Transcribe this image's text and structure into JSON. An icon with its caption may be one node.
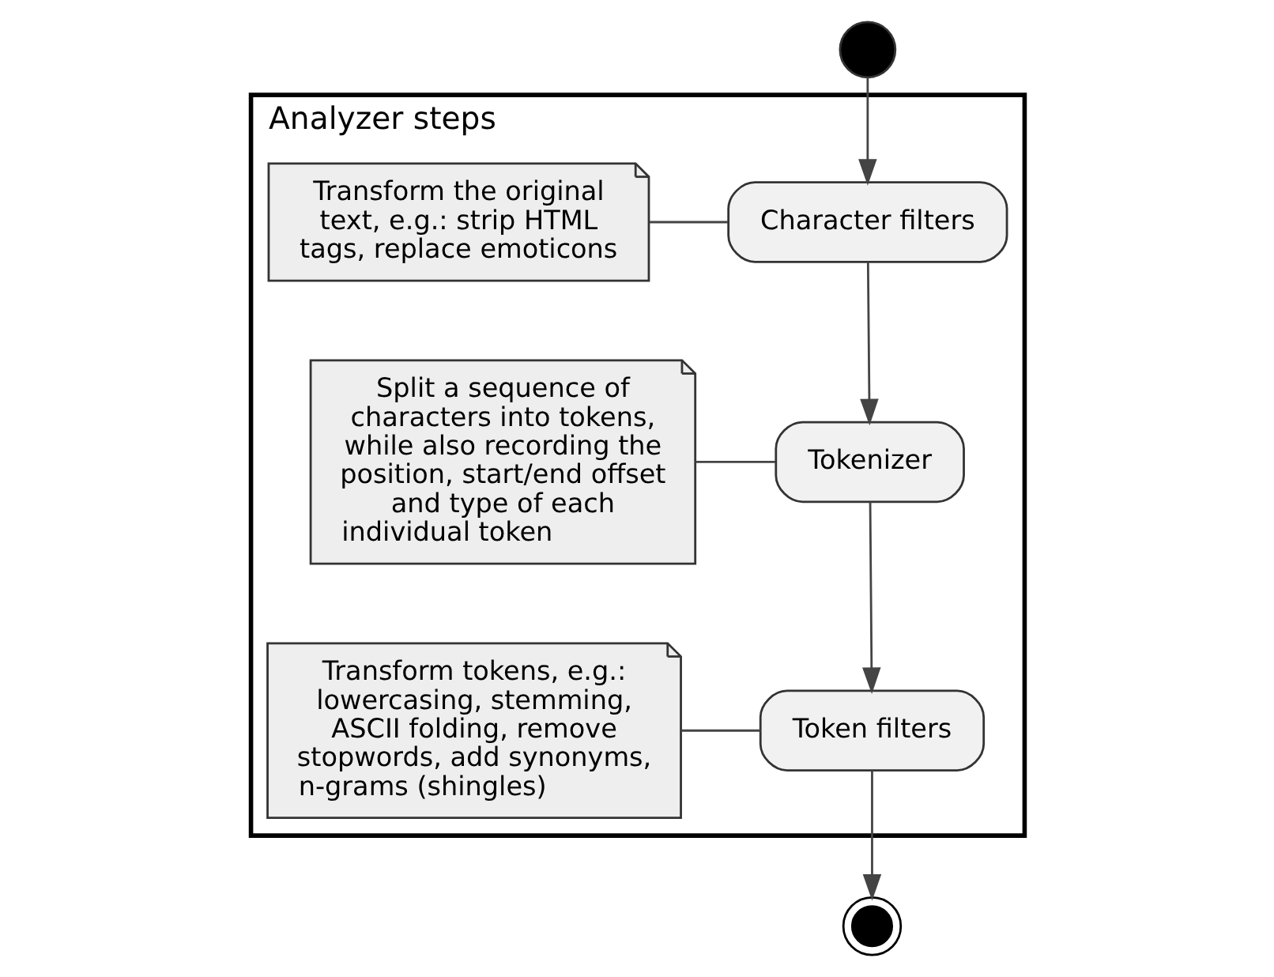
{
  "diagram": {
    "nodes": [
      {
        "text": [
          "Analyzer steps"
        ]
      },
      {
        "text": [],
        "shape": "circle"
      },
      {
        "text": [
          "Character filters"
        ],
        "in": 0
      },
      {
        "text": [
          "Transform the original text, e.g.: strip HTML tags, replace emoticons"
        ],
        "in": 0
      },
      {
        "text": [
          "Split a sequence of characters into tokens, while also recording the position, start/end offset and type of each individual token"
        ],
        "in": 0
      },
      {
        "text": [
          "Tokenizer"
        ],
        "in": 0
      },
      {
        "text": [
          "Token filters"
        ],
        "in": 0
      },
      {
        "text": [
          "Transform tokens, e.g.: lowercasing, stemming, ASCII folding, remove stopwords, add synonyms, n-grams (shingles)"
        ],
        "in": 0
      },
      {
        "text": [],
        "shape": "circle"
      }
    ],
    "edges": [
      {
        "from": 1,
        "to": 2,
        "arrow": "to"
      },
      {
        "from": 3,
        "to": 2,
        "arrow": "none"
      },
      {
        "from": 2,
        "to": 5,
        "arrow": "to"
      },
      {
        "from": 4,
        "to": 5,
        "arrow": "none"
      },
      {
        "from": 5,
        "to": 6,
        "arrow": "to"
      },
      {
        "from": 7,
        "to": 6,
        "arrow": "none"
      },
      {
        "from": 6,
        "to": 8,
        "arrow": "to"
      }
    ]
  }
}
